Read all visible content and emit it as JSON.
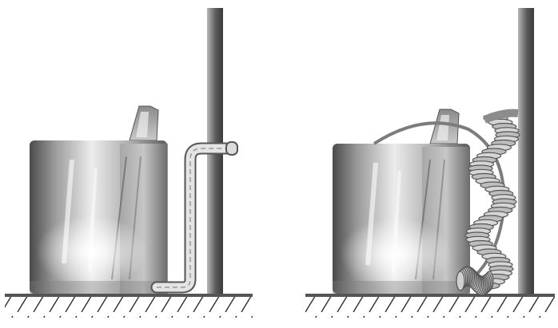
{
  "figure": {
    "panels": [
      {
        "id": "left",
        "hose_style": "rigid-elbow-duct",
        "hose_clearance": "adequate"
      },
      {
        "id": "right",
        "hose_style": "coiled-flexible-duct",
        "hose_clearance": "crushed-against-wall"
      }
    ],
    "icons": [
      "dryer",
      "wall",
      "floor",
      "duct"
    ],
    "colors": {
      "background": "#ffffff",
      "wall_dark": "#3f3f3f",
      "wall_light": "#b5b5b5",
      "appliance_dark": "#4d4d4d",
      "appliance_light": "#f4f4f4",
      "floor_hatch": "#333333"
    }
  }
}
